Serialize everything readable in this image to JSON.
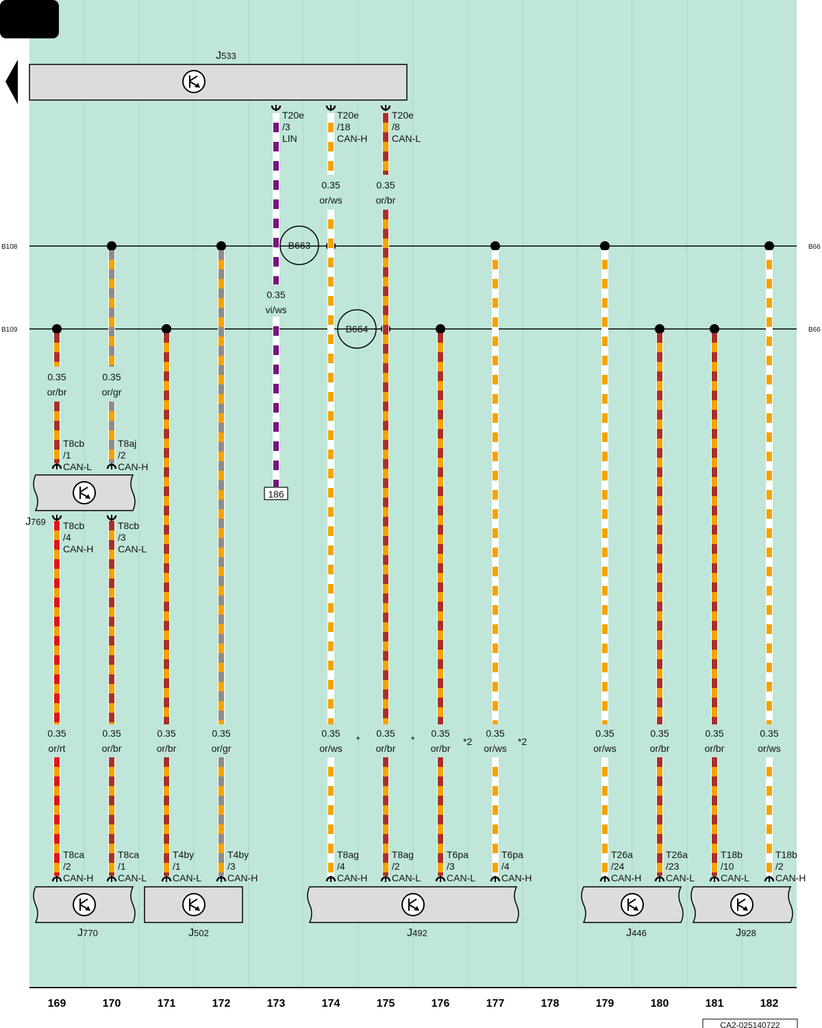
{
  "page": {
    "doc_id": "CA2-025140722",
    "colors": {
      "background": "#bfe6d8",
      "or": "#f5a300",
      "br": "#a8302a",
      "ws": "#ffffff",
      "gr": "#8c8c8c",
      "rt": "#e2141b",
      "vi": "#7a1380",
      "box": "#dcdcdc"
    }
  },
  "columns": [
    "169",
    "170",
    "171",
    "172",
    "173",
    "174",
    "175",
    "176",
    "177",
    "178",
    "179",
    "180",
    "181",
    "182"
  ],
  "buses": [
    {
      "id": "bus-b108",
      "left_label": "B108",
      "right_label": "B66"
    },
    {
      "id": "bus-b109",
      "left_label": "B109",
      "right_label": "B66"
    }
  ],
  "splices": [
    "B663",
    "B664"
  ],
  "components": [
    {
      "id": "j533",
      "sub": "533"
    },
    {
      "id": "j769",
      "sub": "769"
    },
    {
      "id": "j770",
      "sub": "770"
    },
    {
      "id": "j502",
      "sub": "502"
    },
    {
      "id": "j492",
      "sub": "492"
    },
    {
      "id": "j446",
      "sub": "446"
    },
    {
      "id": "j928",
      "sub": "928"
    }
  ],
  "component_letter": "J",
  "ref_box": "186",
  "wire_labels": [
    {
      "id": "w173-top",
      "lines": [
        "T20e",
        "/3",
        "LIN"
      ]
    },
    {
      "id": "w174-top",
      "lines": [
        "T20e",
        "/18",
        "CAN-H"
      ]
    },
    {
      "id": "w175-top",
      "lines": [
        "T20e",
        "/8",
        "CAN-L"
      ]
    },
    {
      "id": "w174-spec",
      "lines": [
        "0.35",
        "or/ws"
      ]
    },
    {
      "id": "w175-spec",
      "lines": [
        "0.35",
        "or/br"
      ]
    },
    {
      "id": "w173-spec",
      "lines": [
        "0.35",
        "vi/ws"
      ]
    },
    {
      "id": "w169-up-spec",
      "lines": [
        "0.35",
        "or/br"
      ]
    },
    {
      "id": "w170-up-spec",
      "lines": [
        "0.35",
        "or/gr"
      ]
    },
    {
      "id": "w169-up-pin",
      "lines": [
        "T8cb",
        "/1",
        "CAN-L"
      ]
    },
    {
      "id": "w170-up-pin",
      "lines": [
        "T8aj",
        "/2",
        "CAN-H"
      ]
    },
    {
      "id": "w169-down-pin",
      "lines": [
        "T8cb",
        "/4",
        "CAN-H"
      ]
    },
    {
      "id": "w170-down-pin",
      "lines": [
        "T8cb",
        "/3",
        "CAN-L"
      ]
    },
    {
      "id": "s169",
      "lines": [
        "0.35",
        "or/rt"
      ]
    },
    {
      "id": "s170",
      "lines": [
        "0.35",
        "or/br"
      ]
    },
    {
      "id": "s171",
      "lines": [
        "0.35",
        "or/br"
      ]
    },
    {
      "id": "s172",
      "lines": [
        "0.35",
        "or/gr"
      ]
    },
    {
      "id": "s174",
      "lines": [
        "0.35",
        "or/ws"
      ]
    },
    {
      "id": "s175",
      "lines": [
        "0.35",
        "or/br"
      ]
    },
    {
      "id": "s176",
      "lines": [
        "0.35",
        "or/br"
      ]
    },
    {
      "id": "s177",
      "lines": [
        "0.35",
        "or/ws"
      ]
    },
    {
      "id": "s179",
      "lines": [
        "0.35",
        "or/ws"
      ]
    },
    {
      "id": "s180",
      "lines": [
        "0.35",
        "or/br"
      ]
    },
    {
      "id": "s181",
      "lines": [
        "0.35",
        "or/br"
      ]
    },
    {
      "id": "s182",
      "lines": [
        "0.35",
        "or/ws"
      ]
    },
    {
      "id": "p169",
      "lines": [
        "T8ca",
        "/2",
        "CAN-H"
      ]
    },
    {
      "id": "p170",
      "lines": [
        "T8ca",
        "/1",
        "CAN-L"
      ]
    },
    {
      "id": "p171",
      "lines": [
        "T4by",
        "/1",
        "CAN-L"
      ]
    },
    {
      "id": "p172",
      "lines": [
        "T4by",
        "/3",
        "CAN-H"
      ]
    },
    {
      "id": "p174",
      "lines": [
        "T8ag",
        "/4",
        "CAN-H"
      ]
    },
    {
      "id": "p175",
      "lines": [
        "T8ag",
        "/2",
        "CAN-L"
      ]
    },
    {
      "id": "p176",
      "lines": [
        "T6pa",
        "/3",
        "CAN-L"
      ]
    },
    {
      "id": "p177",
      "lines": [
        "T6pa",
        "/4",
        "CAN-H"
      ]
    },
    {
      "id": "p179",
      "lines": [
        "T26a",
        "/24",
        "CAN-H"
      ]
    },
    {
      "id": "p180",
      "lines": [
        "T26a",
        "/23",
        "CAN-L"
      ]
    },
    {
      "id": "p181",
      "lines": [
        "T18b",
        "/10",
        "CAN-L"
      ]
    },
    {
      "id": "p182",
      "lines": [
        "T18b",
        "/2",
        "CAN-H"
      ]
    }
  ],
  "footnotes": [
    {
      "id": "n174",
      "text": "*"
    },
    {
      "id": "n175",
      "text": "*"
    },
    {
      "id": "n176",
      "text": "*2"
    },
    {
      "id": "n177",
      "text": "*2"
    }
  ]
}
